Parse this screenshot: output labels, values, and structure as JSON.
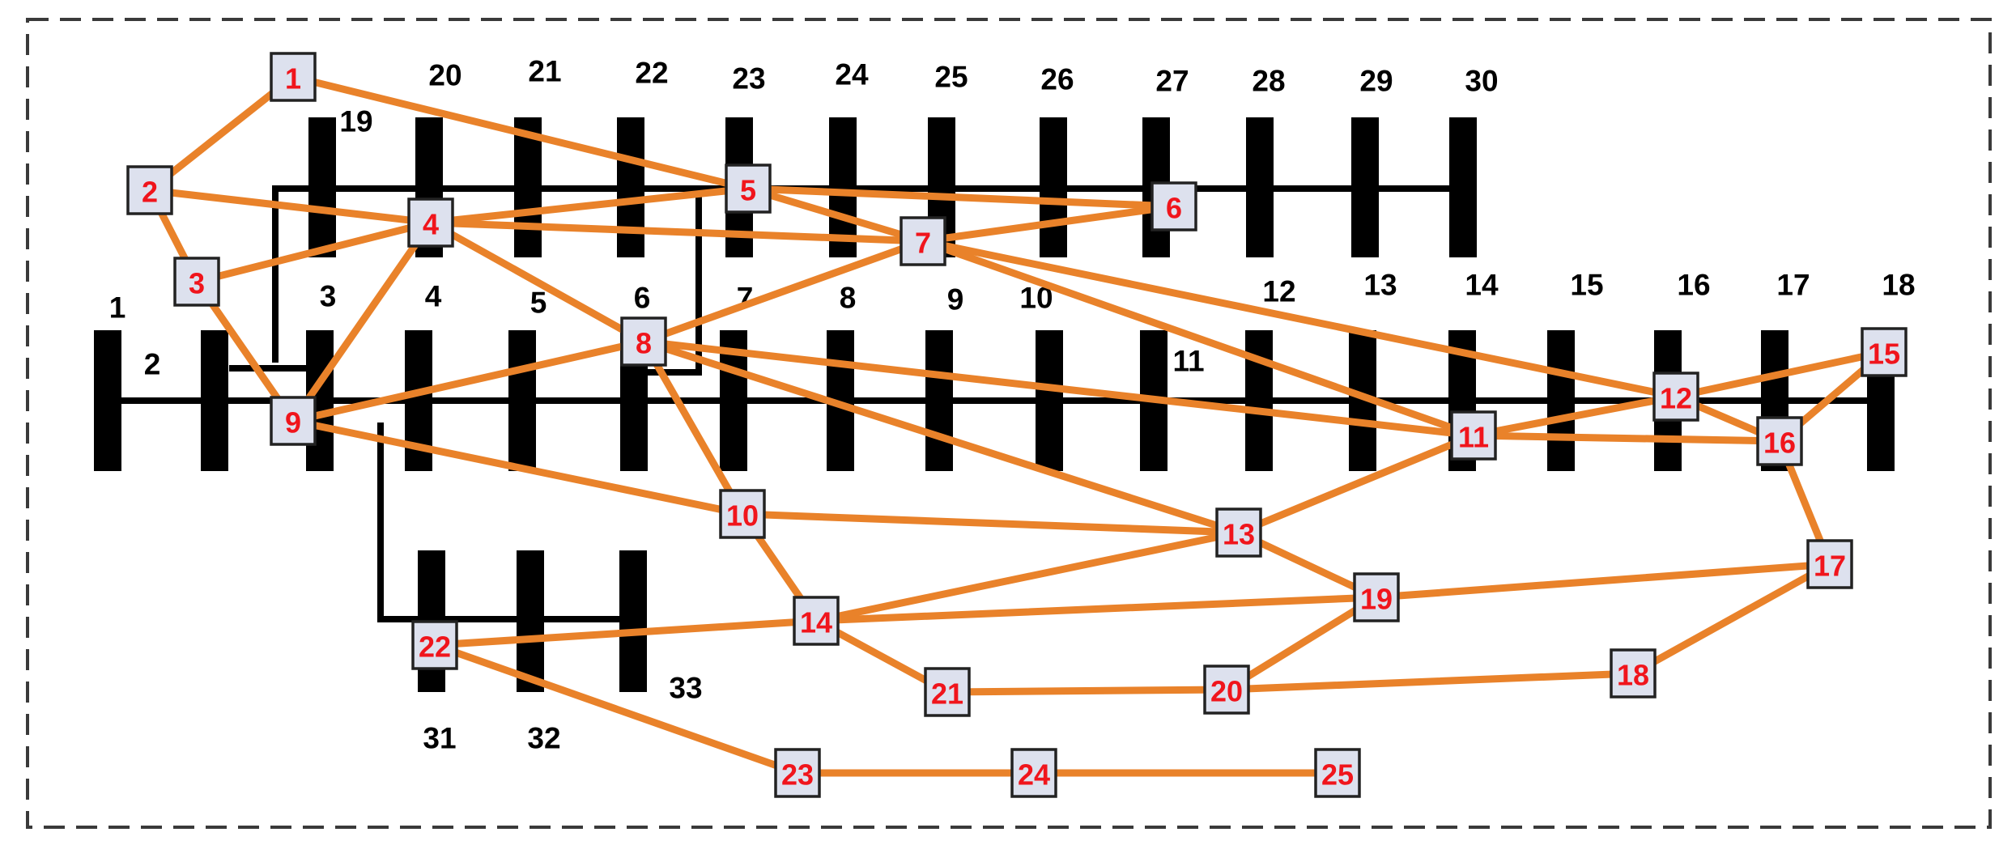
{
  "bus_labels": [
    "1",
    "2",
    "3",
    "4",
    "5",
    "6",
    "7",
    "8",
    "9",
    "10",
    "11",
    "12",
    "13",
    "14",
    "15",
    "16",
    "17",
    "18",
    "19",
    "20",
    "21",
    "22",
    "23",
    "24",
    "25",
    "26",
    "27",
    "28",
    "29",
    "30",
    "31",
    "32",
    "33"
  ],
  "agent_labels": [
    "1",
    "2",
    "3",
    "4",
    "5",
    "6",
    "7",
    "8",
    "9",
    "10",
    "11",
    "12",
    "13",
    "14",
    "15",
    "16",
    "17",
    "18",
    "19",
    "20",
    "21",
    "22",
    "23",
    "24",
    "25"
  ],
  "links": [
    [
      "1",
      "2"
    ],
    [
      "1",
      "5"
    ],
    [
      "2",
      "3"
    ],
    [
      "2",
      "4"
    ],
    [
      "3",
      "4"
    ],
    [
      "3",
      "9"
    ],
    [
      "4",
      "9"
    ],
    [
      "4",
      "5"
    ],
    [
      "4",
      "7"
    ],
    [
      "4",
      "8"
    ],
    [
      "5",
      "6"
    ],
    [
      "5",
      "7"
    ],
    [
      "6",
      "7"
    ],
    [
      "7",
      "8"
    ],
    [
      "7",
      "11"
    ],
    [
      "7",
      "12"
    ],
    [
      "8",
      "9"
    ],
    [
      "8",
      "10"
    ],
    [
      "8",
      "11"
    ],
    [
      "8",
      "13"
    ],
    [
      "9",
      "10"
    ],
    [
      "10",
      "13"
    ],
    [
      "10",
      "14"
    ],
    [
      "11",
      "12"
    ],
    [
      "11",
      "13"
    ],
    [
      "11",
      "16"
    ],
    [
      "12",
      "15"
    ],
    [
      "12",
      "16"
    ],
    [
      "15",
      "16"
    ],
    [
      "16",
      "17"
    ],
    [
      "13",
      "14"
    ],
    [
      "13",
      "19"
    ],
    [
      "14",
      "19"
    ],
    [
      "14",
      "21"
    ],
    [
      "14",
      "22"
    ],
    [
      "17",
      "19"
    ],
    [
      "17",
      "18"
    ],
    [
      "18",
      "20"
    ],
    [
      "19",
      "20"
    ],
    [
      "20",
      "21"
    ],
    [
      "22",
      "23"
    ],
    [
      "23",
      "24"
    ],
    [
      "24",
      "25"
    ]
  ],
  "colors": {
    "link": "#E9822A",
    "agent_fill": "#DDE1EE",
    "agent_text": "#F0151C",
    "bus": "#000000",
    "frame": "#3a3a3a"
  }
}
